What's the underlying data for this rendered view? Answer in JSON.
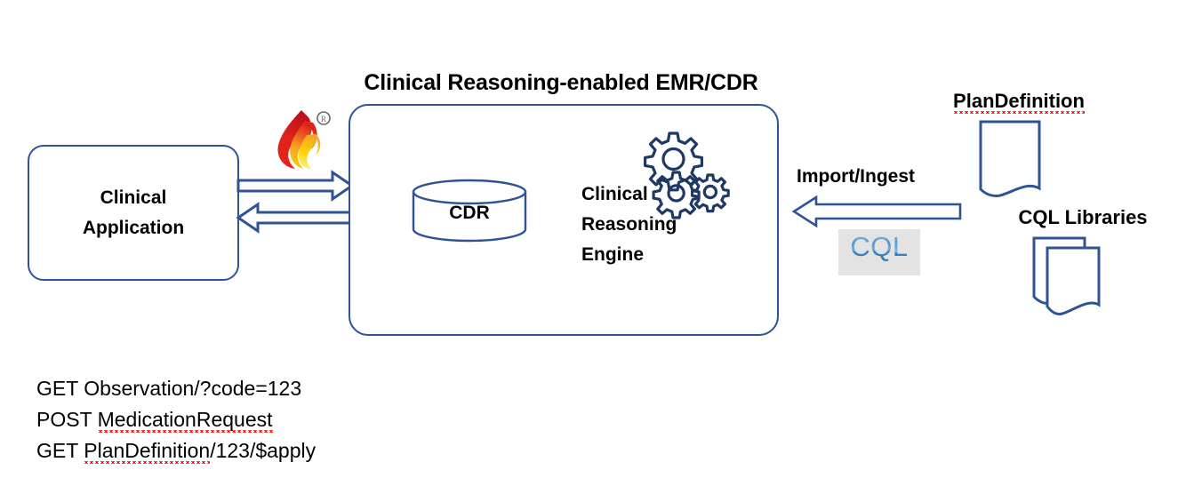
{
  "diagram": {
    "title_emr": "Clinical Reasoning-enabled EMR/CDR",
    "clinical_app": {
      "line1": "Clinical",
      "line2": "Application"
    },
    "cdr_label": "CDR",
    "engine": {
      "line1": "Clinical",
      "line2": "Reasoning",
      "line3": "Engine"
    },
    "import_label": "Import/Ingest",
    "plan_definition_label": "PlanDefinition",
    "cql_libraries_label": "CQL Libraries",
    "cql_logo_text": "CQL",
    "fhir_trademark": "®",
    "requests": [
      {
        "method": "GET",
        "path": "Observation/?code=123",
        "misspelled": ""
      },
      {
        "method": "POST",
        "path": "",
        "misspelled": "MedicationRequest",
        "suffix": ""
      },
      {
        "method": "GET",
        "path": "",
        "misspelled": "PlanDefinition",
        "suffix": "/123/$apply"
      }
    ],
    "colors": {
      "box_border": "#2E5496",
      "arrow_stroke": "#2E5496",
      "gear_stroke": "#1F3864",
      "doc_stroke": "#2E5496",
      "flame_red": "#E2231A",
      "flame_orange": "#F5A623",
      "flame_yellow": "#FFD400",
      "cql_bg": "#E3E3E3",
      "cql_blue": "#3F8FD0",
      "spell_error": "#FF0000",
      "text": "#000000"
    }
  }
}
